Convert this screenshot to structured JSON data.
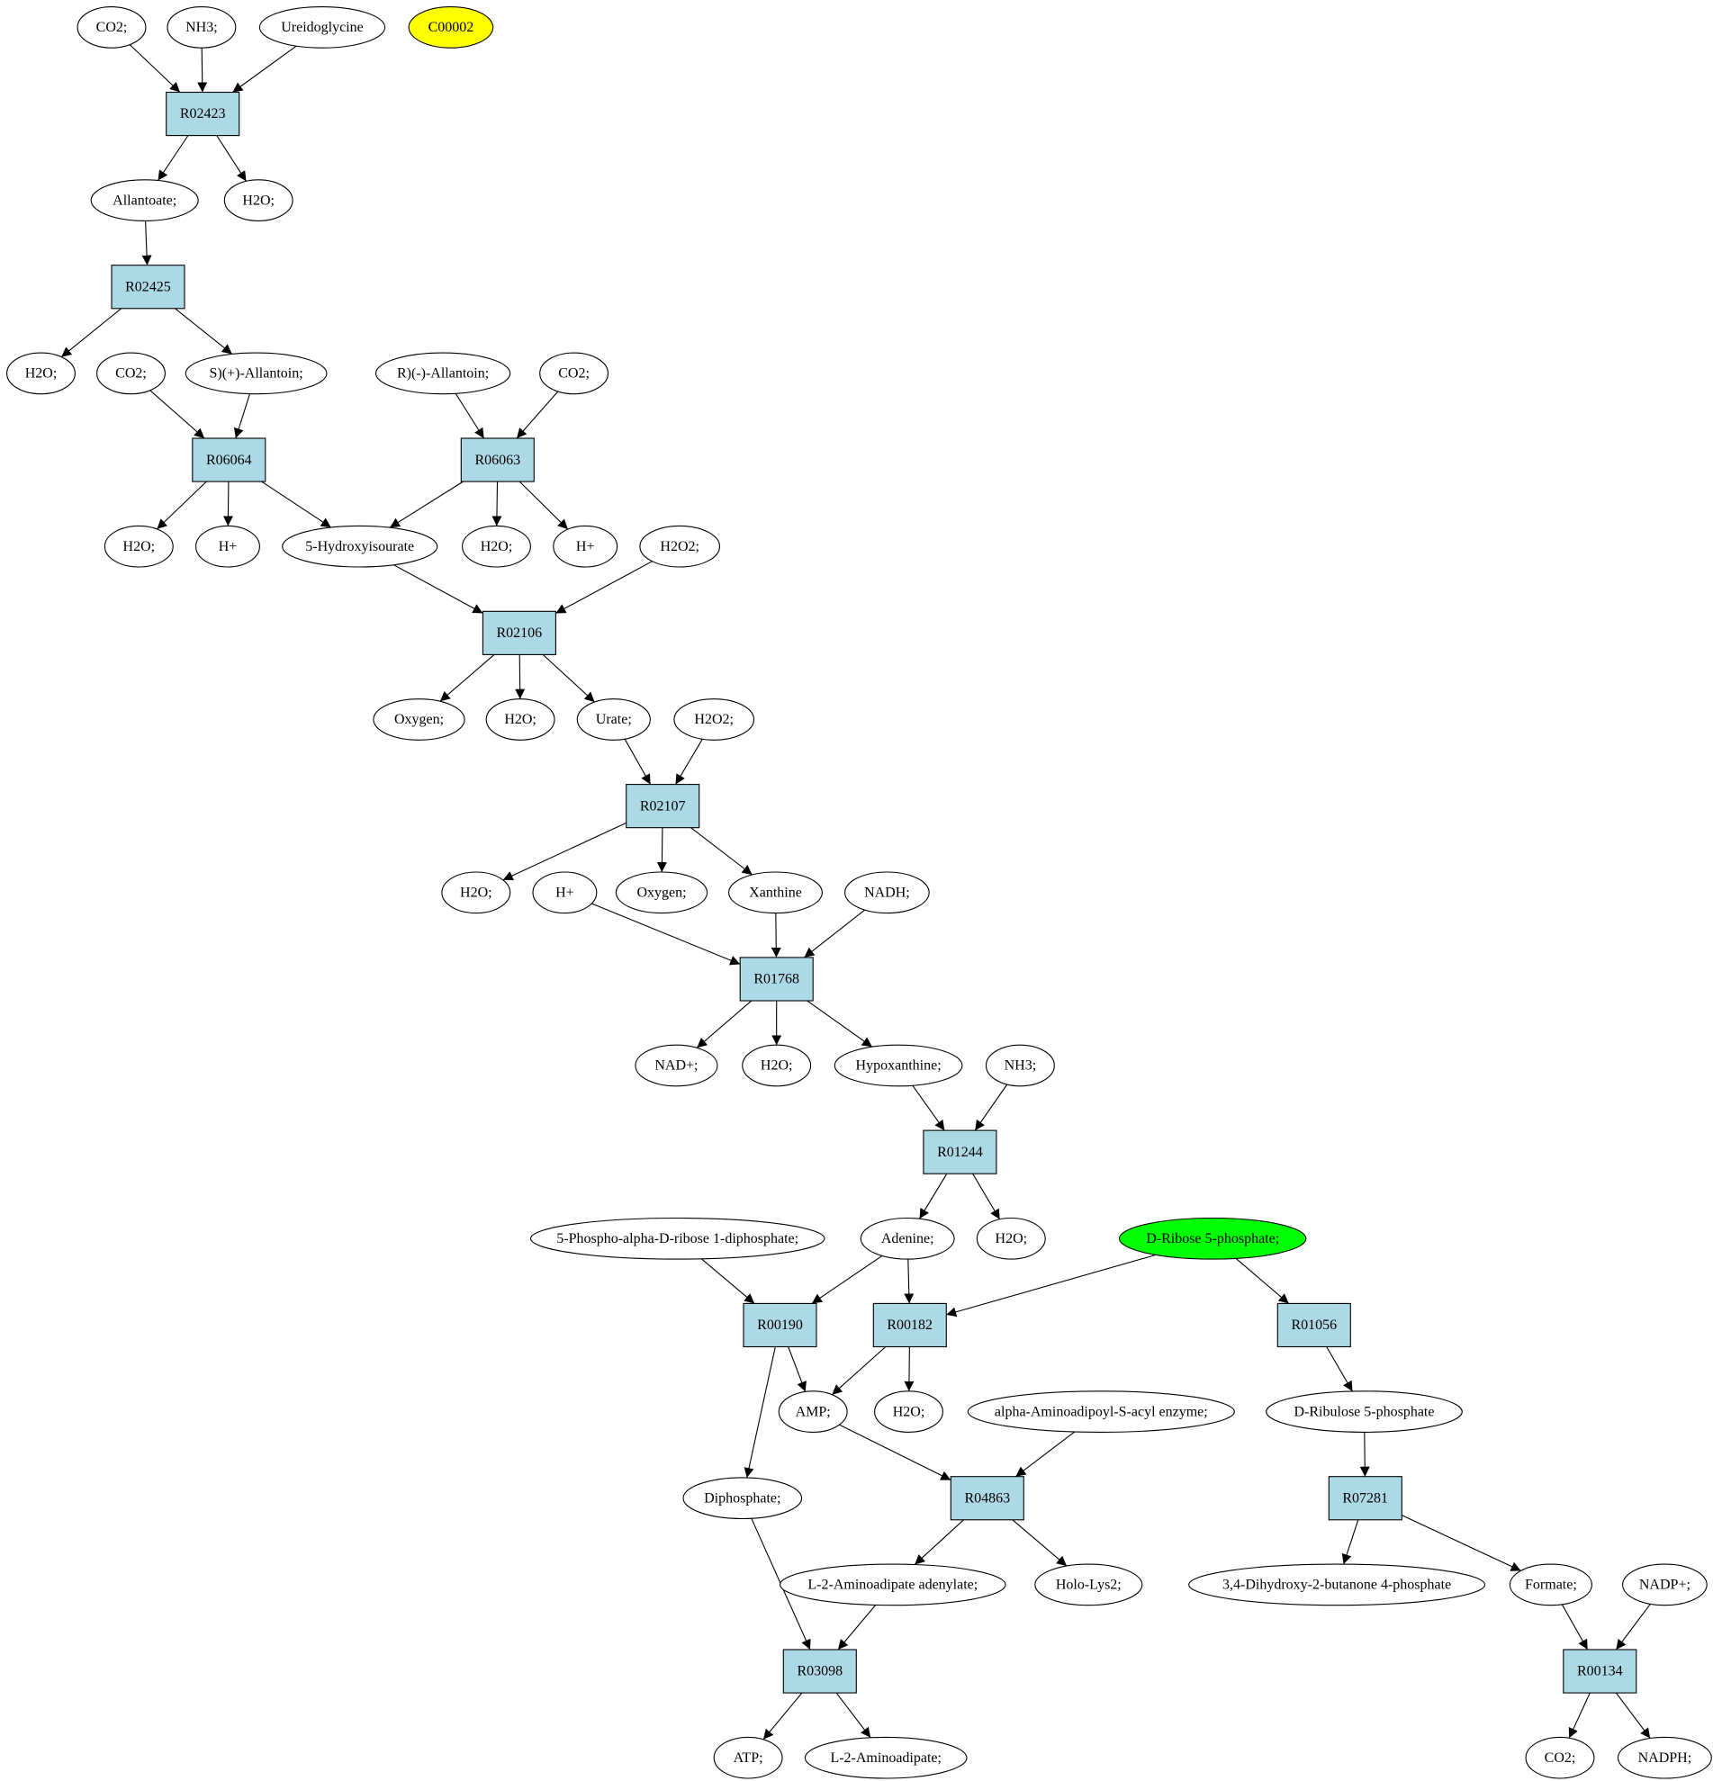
{
  "colors": {
    "reaction_fill": "#add8e6",
    "compound_fill": "#ffffff",
    "highlight_target": "#ffff00",
    "highlight_source": "#00ff00",
    "stroke": "#000000"
  },
  "nodes": [
    {
      "id": "m1",
      "label": "CO2;",
      "kind": "compound"
    },
    {
      "id": "m2",
      "label": "NH3;",
      "kind": "compound"
    },
    {
      "id": "m3",
      "label": "Ureidoglycine",
      "kind": "compound"
    },
    {
      "id": "m4",
      "label": "C00002",
      "kind": "compound",
      "fill": "#ffff00"
    },
    {
      "id": "r1",
      "label": "R02423",
      "kind": "reaction"
    },
    {
      "id": "m5",
      "label": "Allantoate;",
      "kind": "compound"
    },
    {
      "id": "m6",
      "label": "H2O;",
      "kind": "compound"
    },
    {
      "id": "r2",
      "label": "R02425",
      "kind": "reaction"
    },
    {
      "id": "m7",
      "label": "H2O;",
      "kind": "compound"
    },
    {
      "id": "m8",
      "label": "CO2;",
      "kind": "compound"
    },
    {
      "id": "m9",
      "label": "S)(+)-Allantoin;",
      "kind": "compound"
    },
    {
      "id": "m10",
      "label": "R)(-)-Allantoin;",
      "kind": "compound"
    },
    {
      "id": "m11",
      "label": "CO2;",
      "kind": "compound"
    },
    {
      "id": "r3",
      "label": "R06064",
      "kind": "reaction"
    },
    {
      "id": "r4",
      "label": "R06063",
      "kind": "reaction"
    },
    {
      "id": "m12",
      "label": "H2O;",
      "kind": "compound"
    },
    {
      "id": "m13",
      "label": "H+",
      "kind": "compound"
    },
    {
      "id": "m14",
      "label": "5-Hydroxyisourate",
      "kind": "compound"
    },
    {
      "id": "m15",
      "label": "H2O;",
      "kind": "compound"
    },
    {
      "id": "m16",
      "label": "H+",
      "kind": "compound"
    },
    {
      "id": "m17",
      "label": "H2O2;",
      "kind": "compound"
    },
    {
      "id": "r5",
      "label": "R02106",
      "kind": "reaction"
    },
    {
      "id": "m18",
      "label": "Oxygen;",
      "kind": "compound"
    },
    {
      "id": "m19",
      "label": "H2O;",
      "kind": "compound"
    },
    {
      "id": "m20",
      "label": "Urate;",
      "kind": "compound"
    },
    {
      "id": "m21",
      "label": "H2O2;",
      "kind": "compound"
    },
    {
      "id": "r6",
      "label": "R02107",
      "kind": "reaction"
    },
    {
      "id": "m22",
      "label": "H2O;",
      "kind": "compound"
    },
    {
      "id": "m23",
      "label": "H+",
      "kind": "compound"
    },
    {
      "id": "m24",
      "label": "Oxygen;",
      "kind": "compound"
    },
    {
      "id": "m25",
      "label": "Xanthine",
      "kind": "compound"
    },
    {
      "id": "m26",
      "label": "NADH;",
      "kind": "compound"
    },
    {
      "id": "r7",
      "label": "R01768",
      "kind": "reaction"
    },
    {
      "id": "m27",
      "label": "NAD+;",
      "kind": "compound"
    },
    {
      "id": "m28",
      "label": "H2O;",
      "kind": "compound"
    },
    {
      "id": "m29",
      "label": "Hypoxanthine;",
      "kind": "compound"
    },
    {
      "id": "m30",
      "label": "NH3;",
      "kind": "compound"
    },
    {
      "id": "r8",
      "label": "R01244",
      "kind": "reaction"
    },
    {
      "id": "m31",
      "label": "5-Phospho-alpha-D-ribose 1-diphosphate;",
      "kind": "compound"
    },
    {
      "id": "m32",
      "label": "Adenine;",
      "kind": "compound"
    },
    {
      "id": "m33",
      "label": "H2O;",
      "kind": "compound"
    },
    {
      "id": "m34",
      "label": "D-Ribose 5-phosphate;",
      "kind": "compound",
      "fill": "#00ff00"
    },
    {
      "id": "r9",
      "label": "R00190",
      "kind": "reaction"
    },
    {
      "id": "r10",
      "label": "R00182",
      "kind": "reaction"
    },
    {
      "id": "r11",
      "label": "R01056",
      "kind": "reaction"
    },
    {
      "id": "m35",
      "label": "AMP;",
      "kind": "compound"
    },
    {
      "id": "m36",
      "label": "H2O;",
      "kind": "compound"
    },
    {
      "id": "m37",
      "label": "alpha-Aminoadipoyl-S-acyl enzyme;",
      "kind": "compound"
    },
    {
      "id": "m38",
      "label": "D-Ribulose 5-phosphate",
      "kind": "compound"
    },
    {
      "id": "m39",
      "label": "Diphosphate;",
      "kind": "compound"
    },
    {
      "id": "r12",
      "label": "R04863",
      "kind": "reaction"
    },
    {
      "id": "r13",
      "label": "R07281",
      "kind": "reaction"
    },
    {
      "id": "m40",
      "label": "L-2-Aminoadipate adenylate;",
      "kind": "compound"
    },
    {
      "id": "m41",
      "label": "Holo-Lys2;",
      "kind": "compound"
    },
    {
      "id": "m42",
      "label": "3,4-Dihydroxy-2-butanone 4-phosphate",
      "kind": "compound"
    },
    {
      "id": "m43",
      "label": "Formate;",
      "kind": "compound"
    },
    {
      "id": "m44",
      "label": "NADP+;",
      "kind": "compound"
    },
    {
      "id": "r14",
      "label": "R03098",
      "kind": "reaction"
    },
    {
      "id": "r15",
      "label": "R00134",
      "kind": "reaction"
    },
    {
      "id": "m45",
      "label": "ATP;",
      "kind": "compound"
    },
    {
      "id": "m46",
      "label": "L-2-Aminoadipate;",
      "kind": "compound"
    },
    {
      "id": "m47",
      "label": "CO2;",
      "kind": "compound"
    },
    {
      "id": "m48",
      "label": "NADPH;",
      "kind": "compound"
    }
  ],
  "edges": [
    [
      "m1",
      "r1"
    ],
    [
      "m2",
      "r1"
    ],
    [
      "m3",
      "r1"
    ],
    [
      "r1",
      "m5"
    ],
    [
      "r1",
      "m6"
    ],
    [
      "m5",
      "r2"
    ],
    [
      "r2",
      "m7"
    ],
    [
      "r2",
      "m9"
    ],
    [
      "m8",
      "r3"
    ],
    [
      "m9",
      "r3"
    ],
    [
      "m10",
      "r4"
    ],
    [
      "m11",
      "r4"
    ],
    [
      "r3",
      "m12"
    ],
    [
      "r3",
      "m13"
    ],
    [
      "r3",
      "m14"
    ],
    [
      "r4",
      "m14"
    ],
    [
      "r4",
      "m15"
    ],
    [
      "r4",
      "m16"
    ],
    [
      "m14",
      "r5"
    ],
    [
      "m17",
      "r5"
    ],
    [
      "r5",
      "m18"
    ],
    [
      "r5",
      "m19"
    ],
    [
      "r5",
      "m20"
    ],
    [
      "m20",
      "r6"
    ],
    [
      "m21",
      "r6"
    ],
    [
      "r6",
      "m22"
    ],
    [
      "r6",
      "m24"
    ],
    [
      "r6",
      "m25"
    ],
    [
      "m23",
      "r7"
    ],
    [
      "m25",
      "r7"
    ],
    [
      "m26",
      "r7"
    ],
    [
      "r7",
      "m27"
    ],
    [
      "r7",
      "m28"
    ],
    [
      "r7",
      "m29"
    ],
    [
      "m29",
      "r8"
    ],
    [
      "m30",
      "r8"
    ],
    [
      "r8",
      "m32"
    ],
    [
      "r8",
      "m33"
    ],
    [
      "m31",
      "r9"
    ],
    [
      "m32",
      "r9"
    ],
    [
      "m32",
      "r10"
    ],
    [
      "m34",
      "r10"
    ],
    [
      "m34",
      "r11"
    ],
    [
      "r9",
      "m35"
    ],
    [
      "r9",
      "m39"
    ],
    [
      "r10",
      "m35"
    ],
    [
      "r10",
      "m36"
    ],
    [
      "r11",
      "m38"
    ],
    [
      "m35",
      "r12"
    ],
    [
      "m37",
      "r12"
    ],
    [
      "m38",
      "r13"
    ],
    [
      "r12",
      "m40"
    ],
    [
      "r12",
      "m41"
    ],
    [
      "r13",
      "m42"
    ],
    [
      "r13",
      "m43"
    ],
    [
      "m39",
      "r14"
    ],
    [
      "m40",
      "r14"
    ],
    [
      "m43",
      "r15"
    ],
    [
      "m44",
      "r15"
    ],
    [
      "r14",
      "m45"
    ],
    [
      "r14",
      "m46"
    ],
    [
      "r15",
      "m47"
    ],
    [
      "r15",
      "m48"
    ]
  ]
}
